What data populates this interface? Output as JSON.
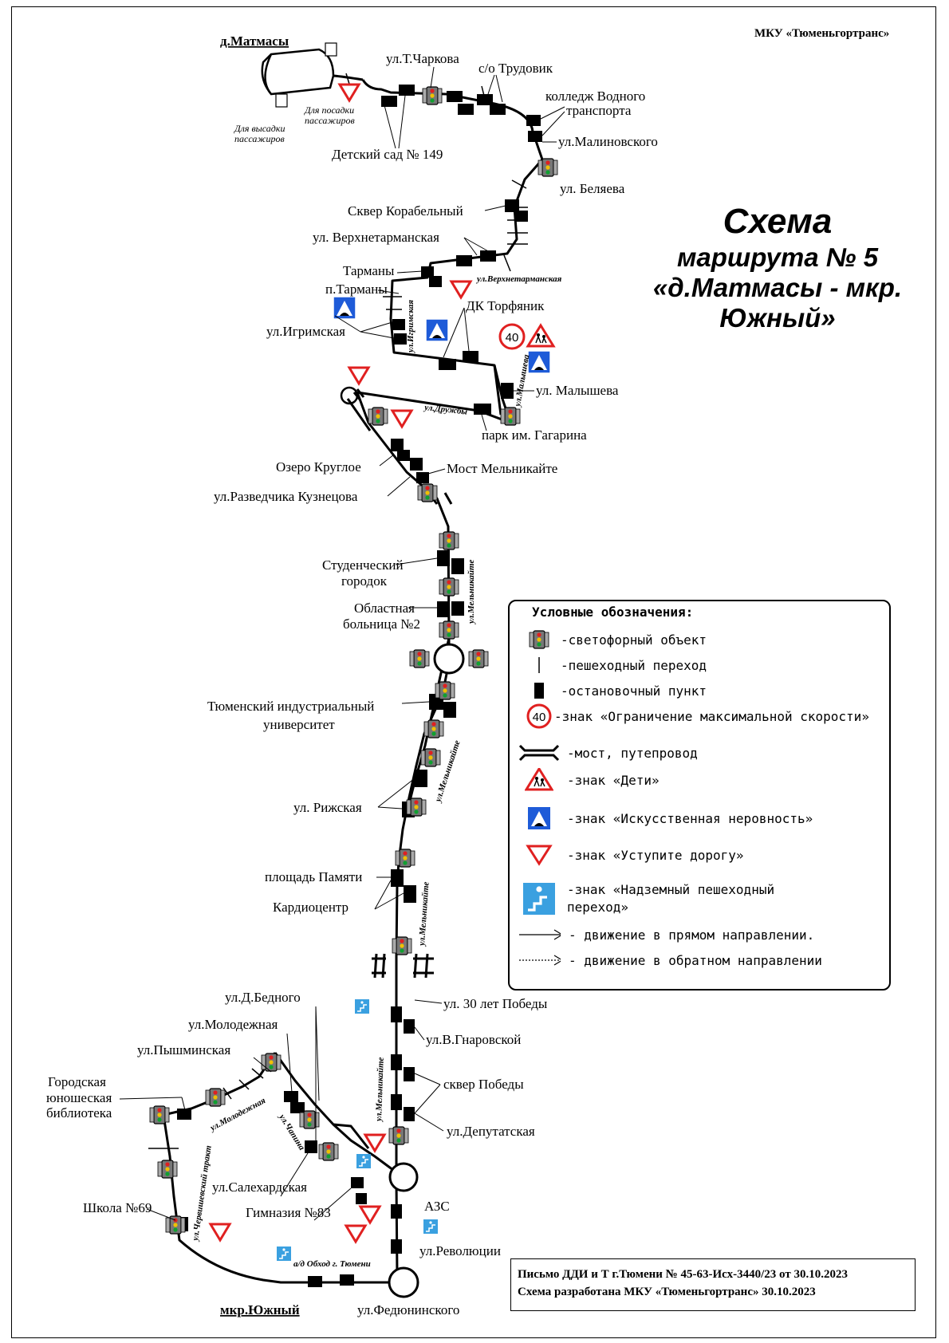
{
  "header": {
    "org": "МКУ «Тюменьгортранс»"
  },
  "title": {
    "line1": "Схема",
    "line2": "маршрута № 5",
    "line3": "«д.Матмасы - мкр.",
    "line4": "Южный»"
  },
  "terminals": {
    "start": "д.Матмасы",
    "end": "мкр.Южный"
  },
  "terminal_notes": {
    "drop_off": [
      "Для высадки",
      "пассажиров"
    ],
    "pick_up": [
      "Для посадки",
      "пассажиров"
    ]
  },
  "stops": {
    "chrkova": "ул.Т.Чаркова",
    "trudovik": "с/о Трудовик",
    "college": [
      "колледж Водного",
      "транспорта"
    ],
    "kindergarten": "Детский сад № 149",
    "malinovskogo": "ул.Малиновского",
    "belyaeva": "ул. Беляева",
    "skver_korabelny": "Сквер Корабельный",
    "verkhnetarmanskaya": "ул. Верхнетарманская",
    "tarmany": "Тарманы",
    "p_tarmany": "п.Тарманы",
    "dk_torfyanik": "ДК Торфяник",
    "igrimskaya": "ул.Игримская",
    "malysheva": "ул. Малышева",
    "park_gagarina": "парк им. Гагарина",
    "ozero_krugloe": "Озеро Круглое",
    "most_melnikaite": "Мост Мельникайте",
    "razvedchika": "ул.Разведчика Кузнецова",
    "student_town": [
      "Студенческий",
      "городок"
    ],
    "hospital": [
      "Областная",
      "больница №2"
    ],
    "tiu": [
      "Тюменский индустриальный",
      "университет"
    ],
    "rizhskaya": "ул. Рижская",
    "ploshchad_pamyati": "площадь Памяти",
    "kardiocentr": "Кардиоцентр",
    "30_let_pobedy": "ул. 30 лет Победы",
    "gnarovskoy": "ул.В.Гнаровской",
    "skver_pobedy": "сквер Победы",
    "deputatskaya": "ул.Депутатская",
    "azs": "АЗС",
    "revolyucii": "ул.Революции",
    "fedyuninskogo": "ул.Федюнинского",
    "d_bednogo": "ул.Д.Бедного",
    "molodezhnaya": "ул.Молодежная",
    "pyshminskaya": "ул.Пышминская",
    "library": [
      "Городская",
      "юношеская",
      "библиотека"
    ],
    "school69": "Школа №69",
    "salekhardskaya": "ул.Салехардская",
    "gymnasium83": "Гимназия №83"
  },
  "streets": {
    "verkhnetarmanskaya": "ул.Верхнетарманская",
    "igrimskaya": "ул.Игримская",
    "druzhby": "ул.Дружбы",
    "malysheva": "ул.Малышева",
    "melnikaite": "ул.Мельникайте",
    "molodezhnaya": "ул.Молодежная",
    "chapina": "ул.Чапина",
    "chervishevsky": "ул.Червишевский тракт",
    "obkhod": "а/д Обход г. Тюмени"
  },
  "signs": {
    "speed_limit": "40"
  },
  "legend": {
    "title": "Условные обозначения:",
    "items": [
      {
        "icon": "traffic-light-icon",
        "text": "-светофорный объект"
      },
      {
        "icon": "pedestrian-crossing-icon",
        "text": "-пешеходный переход"
      },
      {
        "icon": "bus-stop-icon",
        "text": "-остановочный пункт"
      },
      {
        "icon": "speed-limit-icon",
        "text": "-знак «Ограничение максимальной скорости»"
      },
      {
        "icon": "bridge-icon",
        "text": "-мост, путепровод"
      },
      {
        "icon": "children-sign-icon",
        "text": "-знак «Дети»"
      },
      {
        "icon": "speed-bump-sign-icon",
        "text": "-знак «Искусственная неровность»"
      },
      {
        "icon": "yield-sign-icon",
        "text": "-знак «Уступите дорогу»"
      },
      {
        "icon": "overpass-sign-icon",
        "text": "-знак «Надземный пешеходный",
        "text2": "переход»"
      },
      {
        "icon": "forward-arrow-icon",
        "text": "- движение в прямом направлении."
      },
      {
        "icon": "reverse-arrow-icon",
        "text": "- движение в обратном направлении"
      }
    ]
  },
  "footer": {
    "line1": "Письмо ДДИ и Т г.Тюмени № 45-63-Исх-3440/23 от 30.10.2023",
    "line2": "Схема разработана МКУ «Тюменьгортранс» 30.10.2023"
  },
  "colors": {
    "sign_red": "#e02020",
    "sign_blue": "#1e5bd8",
    "route": "#000000"
  }
}
